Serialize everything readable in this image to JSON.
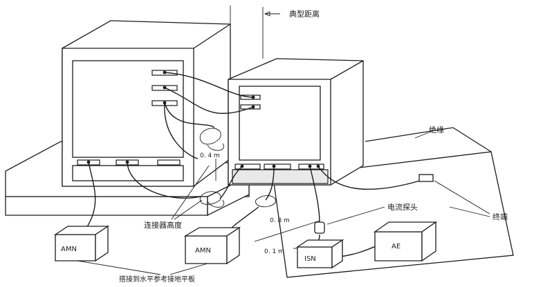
{
  "labels": {
    "typical_distance": "典型距离",
    "insulation": "绝缘",
    "termination": "终端",
    "current_probe": "电流探头",
    "connector_height": "连接器高度",
    "ground_plane": "搭接到水平参考接地平板",
    "dim_04m": "0. 4 m",
    "dim_08m": "0. 8 m",
    "dim_01m": "0. 1 m"
  },
  "boxes": {
    "amn_left": "AMN",
    "amn_center": "AMN",
    "isn": "ISN",
    "ae": "AE"
  }
}
